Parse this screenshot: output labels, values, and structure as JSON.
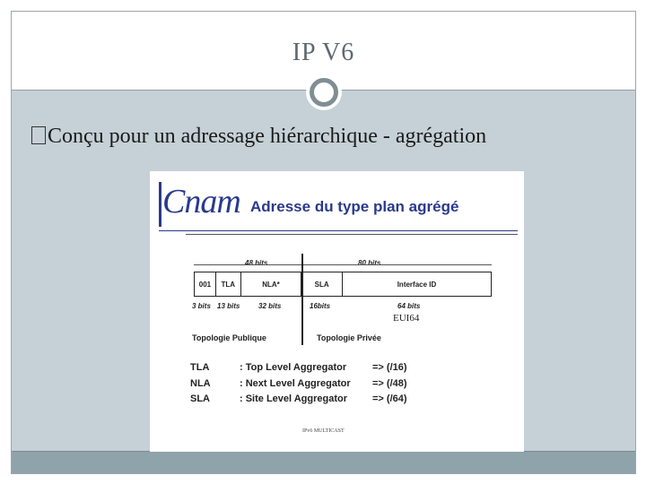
{
  "slide": {
    "title": "IP V6",
    "bullet_glyph": "",
    "bullet_text": "Conçu pour un adressage hiérarchique - agrégation"
  },
  "figure": {
    "logo": "Cnam",
    "heading": "Adresse du type plan agrégé",
    "bits_48": "48 bits",
    "bits_80": "80 bits",
    "fields": [
      "001",
      "TLA",
      "NLA*",
      "SLA",
      "Interface ID"
    ],
    "bits_row": [
      "3 bits",
      "13 bits",
      "32 bits",
      "16bits",
      "64 bits"
    ],
    "eui": "EUI64",
    "topologie_publique": "Topologie Publique",
    "topologie_privee": "Topologie Privée",
    "aggregators": [
      {
        "abbr": "TLA",
        "desc": ": Top Level Aggregator",
        "range": "=> (/16)"
      },
      {
        "abbr": "NLA",
        "desc": ": Next Level Aggregator",
        "range": "=> (/48)"
      },
      {
        "abbr": "SLA",
        "desc": ": Site Level Aggregator",
        "range": "=> (/64)"
      }
    ],
    "footer": "IPv6  MULTICAST"
  }
}
